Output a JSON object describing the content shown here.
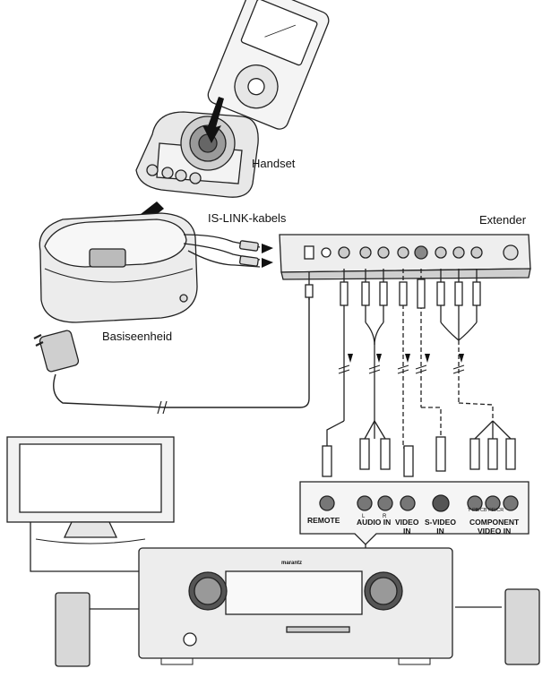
{
  "labels": {
    "handset": "Handset",
    "is_link": "IS-LINK-kabels",
    "extender": "Extender",
    "base": "Basiseenheid"
  },
  "receiver_panel": {
    "remote": "REMOTE",
    "audio_in": "AUDIO IN",
    "audio_l": "L",
    "audio_r": "R",
    "video_in": "VIDEO\nIN",
    "svideo_in": "S-VIDEO\nIN",
    "component_in": "COMPONENT\nVIDEO IN",
    "component_sub": "Y  PB/CB  PR/CR"
  },
  "receiver_brand": "marantz",
  "colors": {
    "line": "#222222",
    "panel_fill": "#f2f2f2",
    "device_fill": "#e9e9e9",
    "dark": "#555555"
  }
}
